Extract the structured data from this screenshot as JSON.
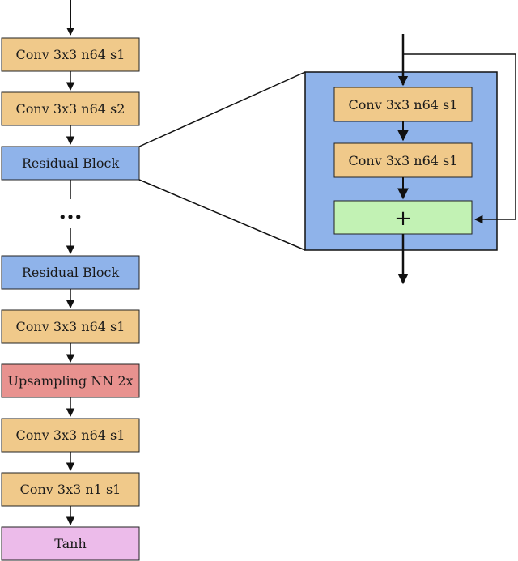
{
  "main_pipeline": {
    "conv1": "Conv 3x3 n64 s1",
    "conv2": "Conv 3x3 n64 s2",
    "residual_block_1": "Residual Block",
    "ellipsis": "...",
    "residual_block_2": "Residual Block",
    "conv3": "Conv 3x3 n64 s1",
    "upsampling": "Upsampling NN 2x",
    "conv4": "Conv 3x3 n64 s1",
    "conv5": "Conv 3x3 n1 s1",
    "tanh": "Tanh"
  },
  "residual_detail": {
    "conv_a": "Conv 3x3 n64 s1",
    "conv_b": "Conv 3x3 n64 s1",
    "add": "+"
  },
  "colors": {
    "conv": "#f0c98a",
    "residual": "#8fb3ea",
    "upsample": "#e8928f",
    "tanh": "#ecbbea",
    "add": "#c2f2b4",
    "stroke": "#222222"
  }
}
